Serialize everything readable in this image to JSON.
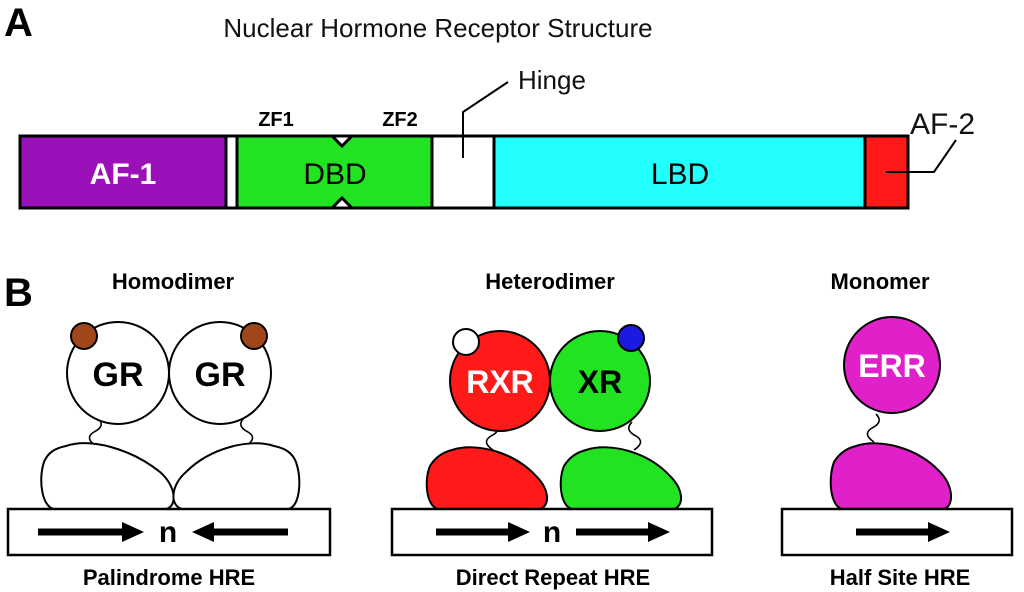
{
  "panel_a": {
    "letter": "A",
    "title": "Nuclear Hormone Receptor Structure",
    "domains": {
      "af1": {
        "label": "AF-1",
        "color": "#9b10b8"
      },
      "dbd": {
        "label": "DBD",
        "color": "#22e322"
      },
      "hinge": {
        "label": "Hinge",
        "color": "#ffffff"
      },
      "lbd": {
        "label": "LBD",
        "color": "#22ffff"
      },
      "af2": {
        "label": "AF-2",
        "color": "#ff1a1a"
      }
    },
    "zinc_fingers": [
      "ZF1",
      "ZF2"
    ]
  },
  "panel_b": {
    "letter": "B",
    "homodimer": {
      "title": "Homodimer",
      "left_receptor": "GR",
      "right_receptor": "GR",
      "spacer": "n",
      "element": "Palindrome HRE",
      "ligand_color": "#a0461a",
      "body_color": "#ffffff"
    },
    "heterodimer": {
      "title": "Heterodimer",
      "left_receptor": "RXR",
      "right_receptor": "XR",
      "spacer": "n",
      "element": "Direct Repeat HRE",
      "left_color": "#ff1a1a",
      "right_color": "#22e322",
      "left_ligand_color": "#ffffff",
      "right_ligand_color": "#1a1ae0"
    },
    "monomer": {
      "title": "Monomer",
      "receptor": "ERR",
      "element": "Half Site HRE",
      "color": "#e020c8"
    }
  }
}
